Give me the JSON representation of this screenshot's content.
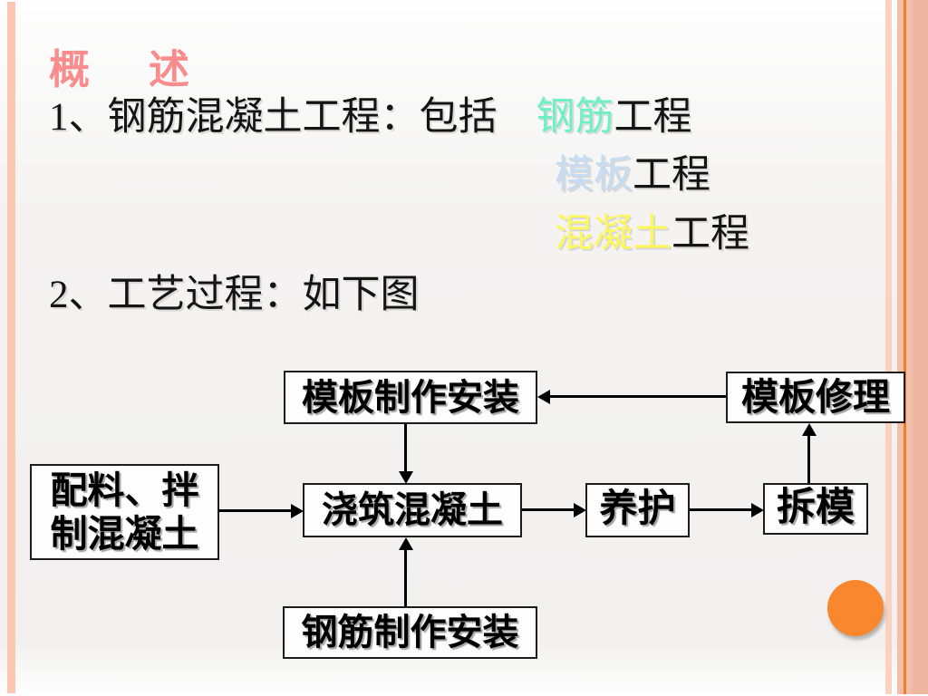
{
  "slide": {
    "title": "概　述",
    "item1": {
      "black_prefix": "1、钢筋混凝土工程：包括　",
      "term1": "钢筋",
      "term1_suffix": "工程",
      "term2": "模板",
      "term2_suffix": "工程",
      "term3": "混凝土",
      "term3_suffix": "工程"
    },
    "item2": "2、工艺过程：如下图"
  },
  "flowchart": {
    "boxes": {
      "formwork_make": "模板制作安装",
      "formwork_repair": "模板修理",
      "batching_line1": "配料、拌",
      "batching_line2": "制混凝土",
      "pour": "浇筑混凝土",
      "cure": "养护",
      "strip": "拆模",
      "rebar_make": "钢筋制作安装"
    },
    "edges": [
      {
        "from": "模板修理",
        "to": "模板制作安装"
      },
      {
        "from": "模板制作安装",
        "to": "浇筑混凝土"
      },
      {
        "from": "配料、拌制混凝土",
        "to": "浇筑混凝土"
      },
      {
        "from": "浇筑混凝土",
        "to": "养护"
      },
      {
        "from": "养护",
        "to": "拆模"
      },
      {
        "from": "拆模",
        "to": "模板修理"
      },
      {
        "from": "钢筋制作安装",
        "to": "浇筑混凝土"
      }
    ]
  },
  "colors": {
    "title": "#f98c8c",
    "term_rebar": "#6ef0c5",
    "term_formwork": "#c5dcf3",
    "term_concrete": "#fbf75c",
    "side_stripe": "#fcc8b4",
    "right_band": "#f2bda9",
    "right_orange_line": "#ee7e2c",
    "accent_circle": "#f8872e",
    "box_border": "#1c1c1c"
  }
}
